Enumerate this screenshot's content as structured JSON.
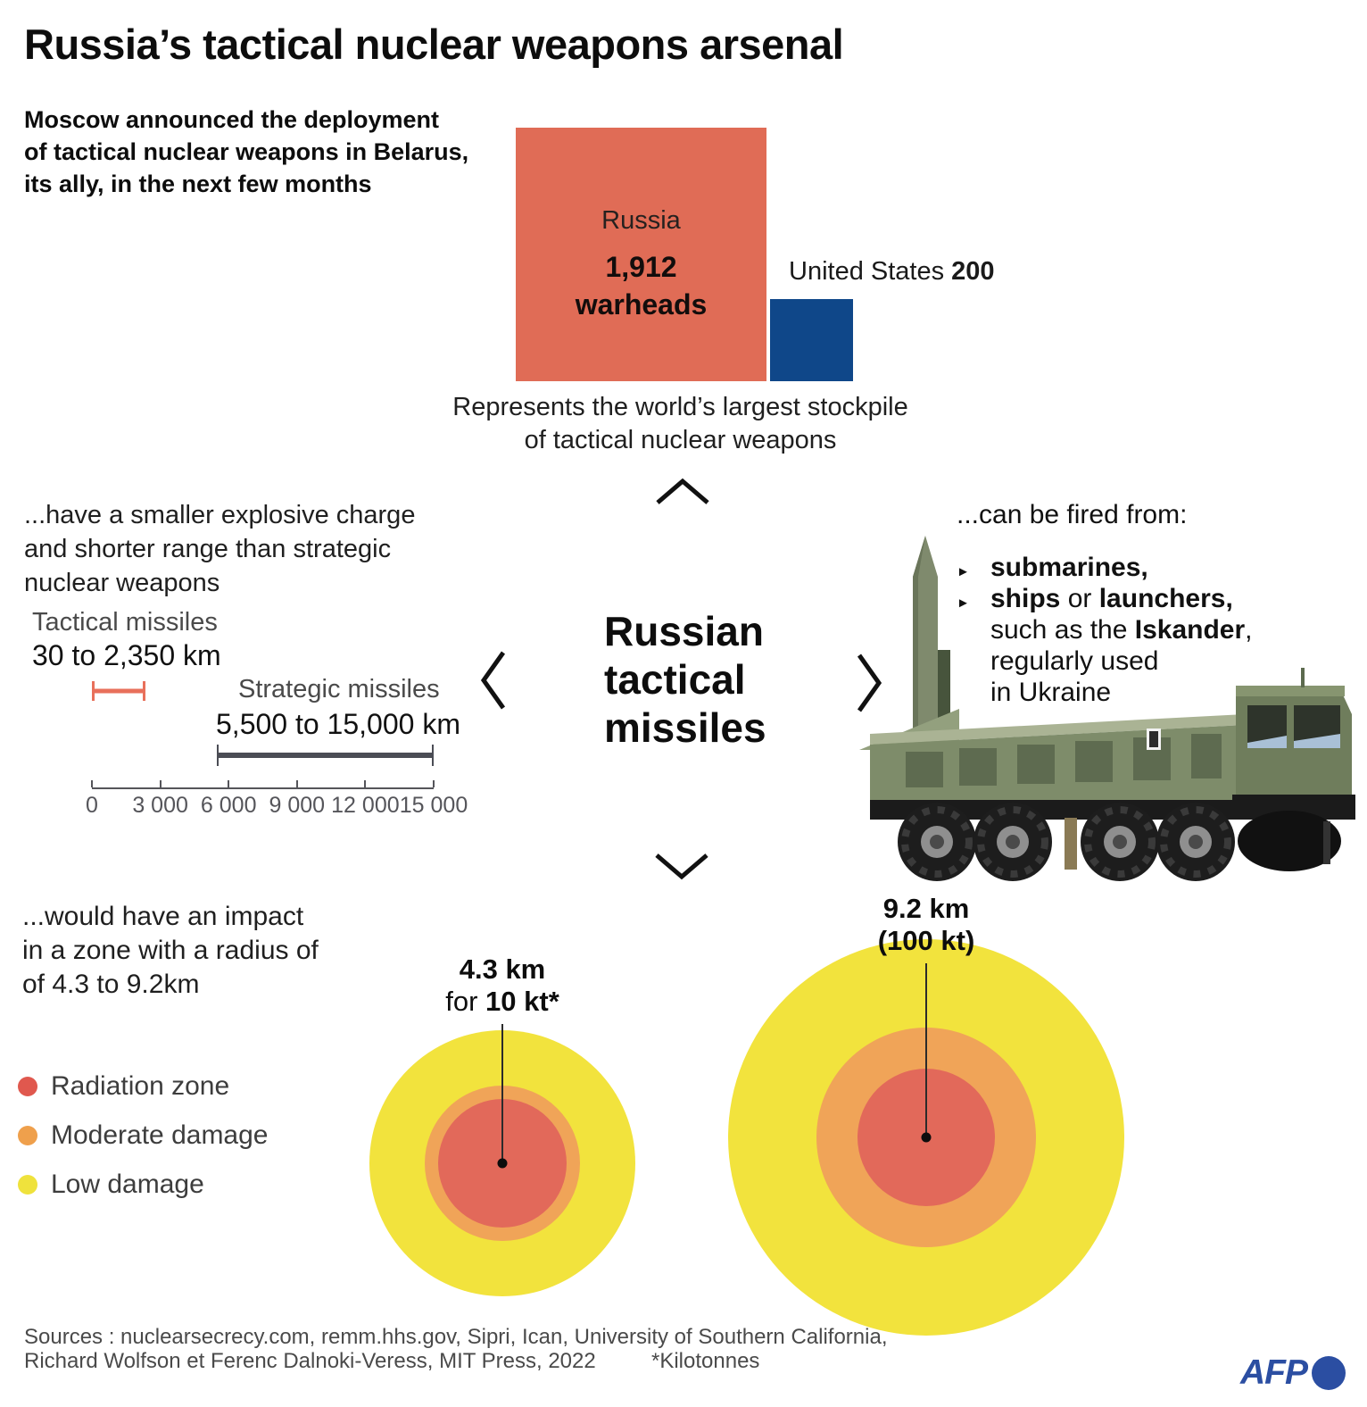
{
  "title": "Russia’s tactical nuclear weapons arsenal",
  "intro": {
    "line1": "Moscow announced  the deployment",
    "line2": "of tactical nuclear weapons in Belarus,",
    "line3": "its ally, in the next few months"
  },
  "stockpile_chart": {
    "russia_label": "Russia",
    "russia_value": "1,912",
    "russia_unit": "warheads",
    "us_label": "United States ",
    "us_value": "200",
    "caption_line1": "Represents the world’s largest stockpile",
    "caption_line2": "of tactical nuclear weapons",
    "russia_color": "#e06c56",
    "us_color": "#0f4789"
  },
  "range_section": {
    "heading_line1": "...have a smaller explosive charge",
    "heading_line2": "and shorter range than strategic",
    "heading_line3": "nuclear weapons",
    "tactical_label": "Tactical missiles",
    "tactical_range": "30 to 2,350 km",
    "strategic_label": "Strategic missiles",
    "strategic_range": "5,500 to 15,000 km",
    "tactical_color": "#e8705b",
    "strategic_color": "#4b4d55",
    "axis_ticks": [
      "0",
      "3 000",
      "6 000",
      "9 000",
      "12 000",
      "15 000"
    ]
  },
  "center": {
    "line1": "Russian",
    "line2": "tactical",
    "line3": "missiles"
  },
  "fired_from": {
    "heading": "...can be fired from:",
    "marker": "►",
    "bullet1": "submarines,",
    "bullet2_bold1": "ships",
    "bullet2_mid": " or ",
    "bullet2_bold2": "launchers,",
    "bullet3_prefix": "such as the ",
    "bullet3_bold": "Iskander",
    "bullet3_suffix": ",",
    "bullet4": "regularly used",
    "bullet5": "in Ukraine"
  },
  "impact_section": {
    "heading_line1": "...would have an impact",
    "heading_line2": "in a zone with a radius of",
    "heading_line3": "of 4.3 to 9.2km",
    "legend": [
      {
        "label": "Radiation zone",
        "color": "#e0584e"
      },
      {
        "label": "Moderate damage",
        "color": "#efa04c"
      },
      {
        "label": "Low damage",
        "color": "#efe23c"
      }
    ],
    "zone_colors": {
      "red": "#e2695a",
      "orange": "#f0a458",
      "yellow": "#f2e33d"
    },
    "small_blast": {
      "line1": "4.3 km",
      "line2_prefix": "for ",
      "line2_bold": "10 kt*"
    },
    "large_blast": {
      "line1": "9.2 km",
      "line2": "(100 kt)"
    }
  },
  "footer": {
    "sources_line1": "Sources : nuclearsecrecy.com, remm.hhs.gov, Sipri, Ican, University of Southern California,",
    "sources_line2": "Richard Wolfson et Ferenc Dalnoki-Veress, MIT Press, 2022",
    "kilotonnes_note": "*Kilotonnes",
    "afp": "AFP"
  },
  "chart_data": [
    {
      "type": "bar",
      "title": "Tactical nuclear warheads stockpile",
      "categories": [
        "Russia",
        "United States"
      ],
      "values": [
        1912,
        200
      ],
      "unit": "warheads",
      "colors": [
        "#e06c56",
        "#0f4789"
      ],
      "annotation": "Represents the world’s largest stockpile of tactical nuclear weapons"
    },
    {
      "type": "bar",
      "subtype": "horizontal-range",
      "title": "Missile range comparison (km)",
      "series": [
        {
          "name": "Tactical missiles",
          "min": 30,
          "max": 2350,
          "color": "#e8705b"
        },
        {
          "name": "Strategic missiles",
          "min": 5500,
          "max": 15000,
          "color": "#4b4d55"
        }
      ],
      "xlim": [
        0,
        15000
      ],
      "xticks": [
        0,
        3000,
        6000,
        9000,
        12000,
        15000
      ],
      "xlabel": "km"
    },
    {
      "type": "pie",
      "subtype": "concentric-blast-zones",
      "title": "Impact zone radius",
      "scenarios": [
        {
          "yield_kt": 10,
          "radius_km": 4.3,
          "label": "4.3 km for 10 kt*"
        },
        {
          "yield_kt": 100,
          "radius_km": 9.2,
          "label": "9.2 km (100 kt)"
        }
      ],
      "zones": [
        "Radiation zone",
        "Moderate damage",
        "Low damage"
      ],
      "zone_colors": [
        "#e2695a",
        "#f0a458",
        "#f2e33d"
      ],
      "note": "*Kilotonnes"
    }
  ]
}
